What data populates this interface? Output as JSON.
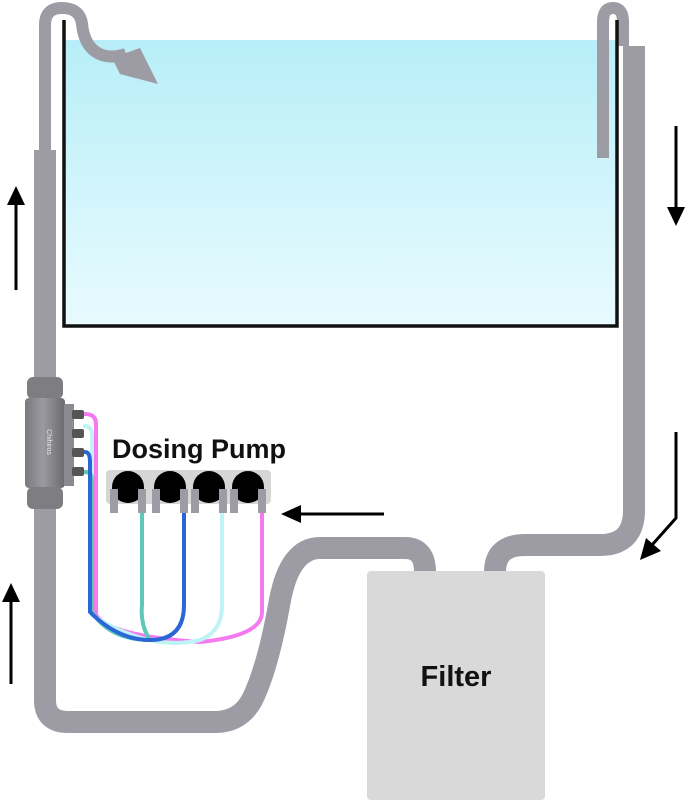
{
  "diagram": {
    "title": "Aquarium dosing setup",
    "labels": {
      "dosing_pump": "Dosing Pump",
      "filter": "Filter",
      "inline_device": "Chihiros"
    },
    "components": [
      {
        "id": "aquarium",
        "name": "Aquarium tank"
      },
      {
        "id": "inflow-pipe",
        "name": "Return outlet pipe"
      },
      {
        "id": "outflow-pipe",
        "name": "Intake pipe"
      },
      {
        "id": "filter",
        "name": "Filter"
      },
      {
        "id": "inline-doser",
        "name": "Chihiros inline dosing connector"
      },
      {
        "id": "dosing-pump",
        "name": "Dosing Pump",
        "heads": 4
      }
    ],
    "tubes": [
      {
        "name": "teal",
        "color": "#5ec8b8"
      },
      {
        "name": "blue",
        "color": "#2a66d6"
      },
      {
        "name": "light-cyan",
        "color": "#bff3f6"
      },
      {
        "name": "pink",
        "color": "#f57af0"
      }
    ],
    "flow_arrows": [
      "up",
      "up",
      "down",
      "down-left",
      "left"
    ],
    "colors": {
      "pipe": "#9d9ca4",
      "water_top": "#b8eef8",
      "water_bottom": "#e8fbfe",
      "tank_border": "#111111",
      "filter_body": "#d9d9d9",
      "pump_base": "#d6d6d6",
      "pump_head": "#000000"
    }
  }
}
